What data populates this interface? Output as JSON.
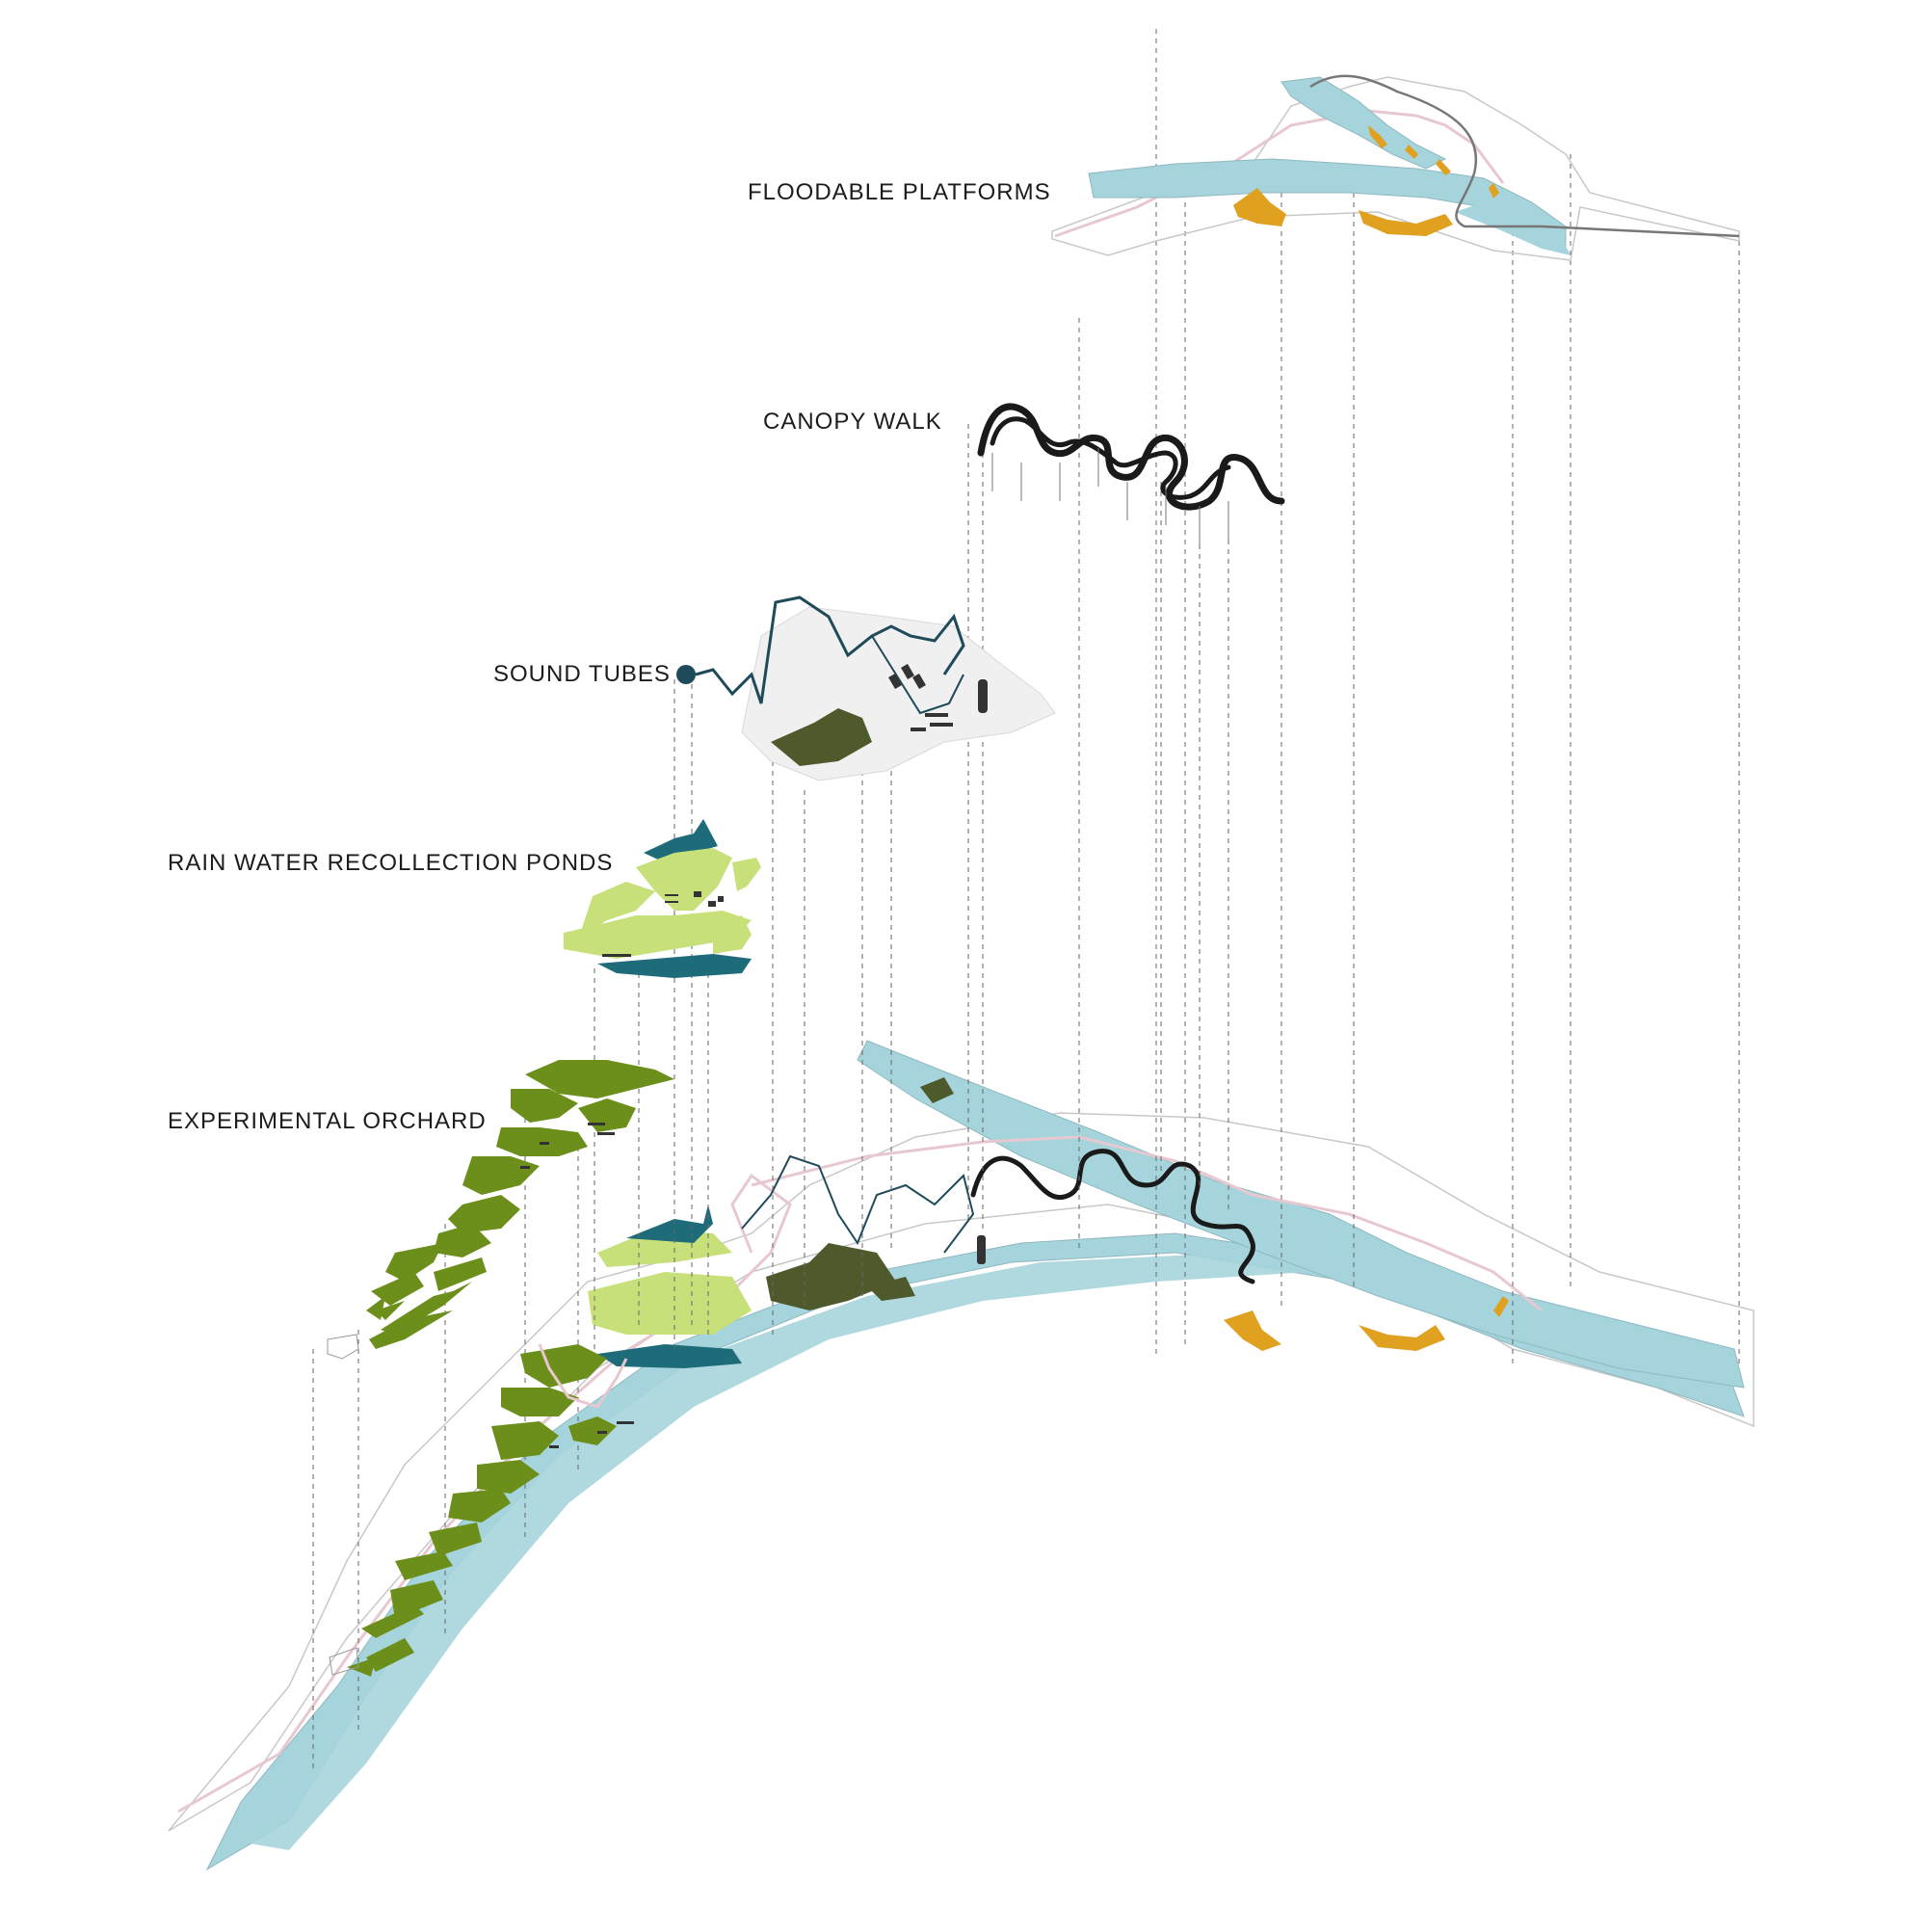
{
  "labels": {
    "floodable_platforms": "FLOODABLE PLATFORMS",
    "canopy_walk": "CANOPY WALK",
    "sound_tubes": "SOUND TUBES",
    "rain_water_ponds": "RAIN WATER RECOLLECTION PONDS",
    "experimental_orchard": "EXPERIMENTAL ORCHARD"
  },
  "colors": {
    "river": "#a6d4dc",
    "orchard_green": "#6b8f1a",
    "pond_light_green": "#c8e07a",
    "pond_teal": "#1e6b7a",
    "dark_olive": "#4e5a2c",
    "platform_orange": "#e0a020",
    "canopy_path": "#1a1a1a",
    "pink_path": "#e8c8d0",
    "guide_line": "#555555",
    "base_outline": "#bbbbbb"
  },
  "icons": {
    "sound_tube": "cylinder-tower-icon",
    "sound_horn": "horn-icon"
  }
}
